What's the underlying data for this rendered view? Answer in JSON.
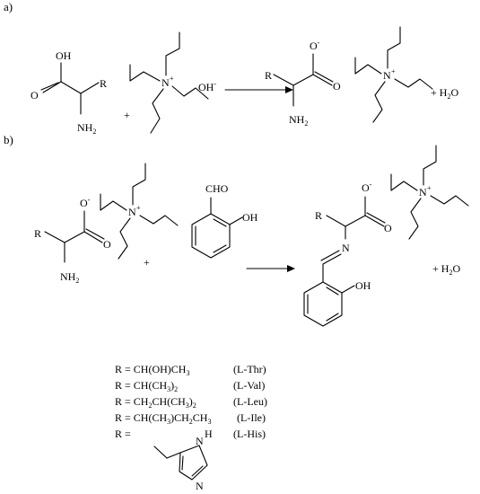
{
  "panels": {
    "a": "a)",
    "b": "b)"
  },
  "atoms": {
    "oh": "OH",
    "o": "O",
    "o_minus": "O",
    "minus": "-",
    "r": "R",
    "nh": "NH",
    "sub2": "2",
    "n": "N",
    "nplus": "+",
    "hydroxide": "OH",
    "cho": "CHO",
    "h2o_pre": "+ H",
    "h2o_post": "O",
    "plus": "+",
    "h": "H"
  },
  "legend": [
    {
      "pre": "R = CH(OH)CH",
      "sub": "3",
      "post": "",
      "tag": "(L-Thr)"
    },
    {
      "pre": "R = CH(CH",
      "sub": "3",
      "post": ")",
      "sub2": "2",
      "tag": "(L-Val)"
    },
    {
      "pre": "R = CH",
      "sub": "2",
      "post": "CH(CH",
      "sub2": "3",
      "post2": ")",
      "sub3": "2",
      "tag": "(L-Leu)"
    },
    {
      "pre": "R = CH(CH",
      "sub": "3",
      "post": ")CH",
      "sub2": "2",
      "post2": "CH",
      "sub3": "3",
      "tag": "(L-Ile)"
    },
    {
      "pre": "R =",
      "tag": "(L-His)"
    }
  ]
}
